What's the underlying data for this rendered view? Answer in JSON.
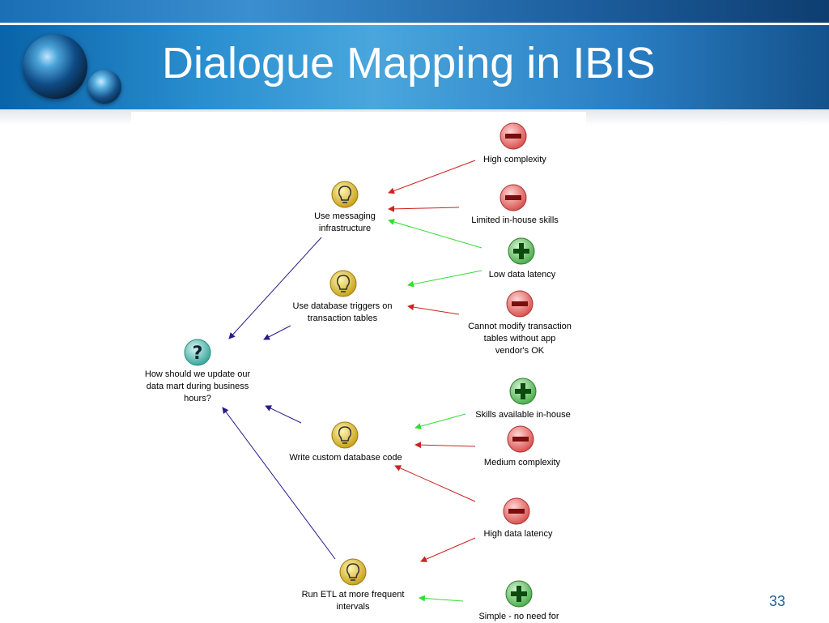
{
  "slide": {
    "title": "Dialogue Mapping in IBIS",
    "page_number": "33"
  },
  "map": {
    "question": "How should we update our\ndata mart during business\nhours?",
    "ideas": {
      "messaging": "Use messaging\ninfrastructure",
      "triggers": "Use database triggers on\ntransaction tables",
      "custom": "Write custom database code",
      "etl": "Run ETL at more frequent\nintervals"
    },
    "arguments": {
      "high_complexity": "High complexity",
      "limited_skills": "Limited in-house skills",
      "low_latency": "Low data latency",
      "cannot_modify": "Cannot modify transaction\ntables without app\nvendor's OK",
      "skills_available": "Skills available in-house",
      "medium_complexity": "Medium complexity",
      "high_latency": "High data latency",
      "simple": "Simple - no need for"
    },
    "colors": {
      "con": "#cc2222",
      "pro": "#33dd33",
      "idea_link": "#2a1b8a"
    },
    "icons": {
      "question": "question-icon",
      "idea": "lightbulb-icon",
      "con": "minus-icon",
      "pro": "plus-icon"
    }
  }
}
